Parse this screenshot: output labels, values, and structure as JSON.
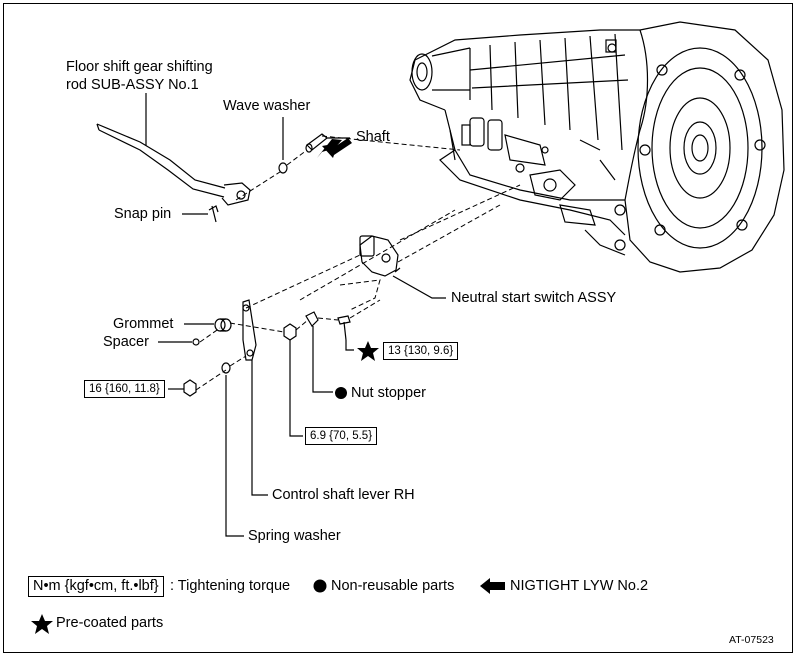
{
  "labels": {
    "rod": "Floor shift gear shifting",
    "rod2": "rod SUB-ASSY No.1",
    "wave_washer": "Wave washer",
    "shaft": "Shaft",
    "snap_pin": "Snap pin",
    "neutral_switch": "Neutral start switch ASSY",
    "grommet": "Grommet",
    "spacer": "Spacer",
    "nut_stopper": "Nut stopper",
    "control_lever": "Control shaft lever RH",
    "spring_washer": "Spring washer"
  },
  "torques": {
    "bolt": "13 {130, 9.6}",
    "nut_left": "16 {160, 11.8}",
    "nut_mid": "6.9 {70, 5.5}"
  },
  "legend": {
    "units": "N•m {kgf•cm, ft.•lbf}",
    "tightening": ": Tightening torque",
    "non_reusable": "Non-reusable parts",
    "nigtight": "NIGTIGHT LYW No.2",
    "precoated": "Pre-coated parts"
  },
  "figure_id": "AT-07523"
}
